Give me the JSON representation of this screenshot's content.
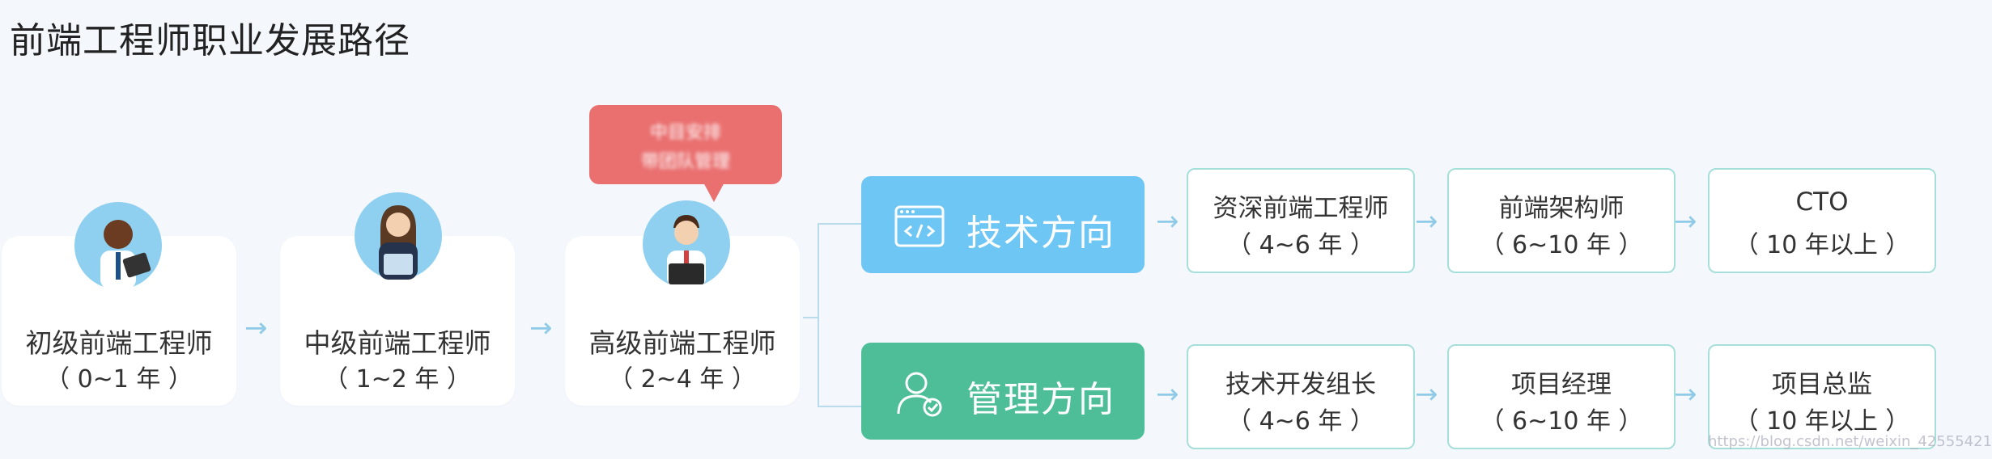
{
  "title": "前端工程师职业发展路径",
  "levels": [
    {
      "name": "初级前端工程师",
      "years": "（ 0~1 年 ）"
    },
    {
      "name": "中级前端工程师",
      "years": "（ 1~2 年 ）"
    },
    {
      "name": "高级前端工程师",
      "years": "（ 2~4 年 ）"
    }
  ],
  "bubble": {
    "line1": "中目安排",
    "line2": "带团队管理"
  },
  "directions": {
    "tech": {
      "label": "技术方向",
      "positions": [
        {
          "name": "资深前端工程师",
          "years": "（ 4~6 年 ）"
        },
        {
          "name": "前端架构师",
          "years": "（ 6~10 年 ）"
        },
        {
          "name": "CTO",
          "years": "（ 10 年以上 ）"
        }
      ]
    },
    "mgmt": {
      "label": "管理方向",
      "positions": [
        {
          "name": "技术开发组长",
          "years": "（ 4~6 年 ）"
        },
        {
          "name": "项目经理",
          "years": "（ 6~10 年 ）"
        },
        {
          "name": "项目总监",
          "years": "（ 10 年以上 ）"
        }
      ]
    }
  },
  "arrow_glyph": "→",
  "watermark": "https://blog.csdn.net/weixin_42555421"
}
